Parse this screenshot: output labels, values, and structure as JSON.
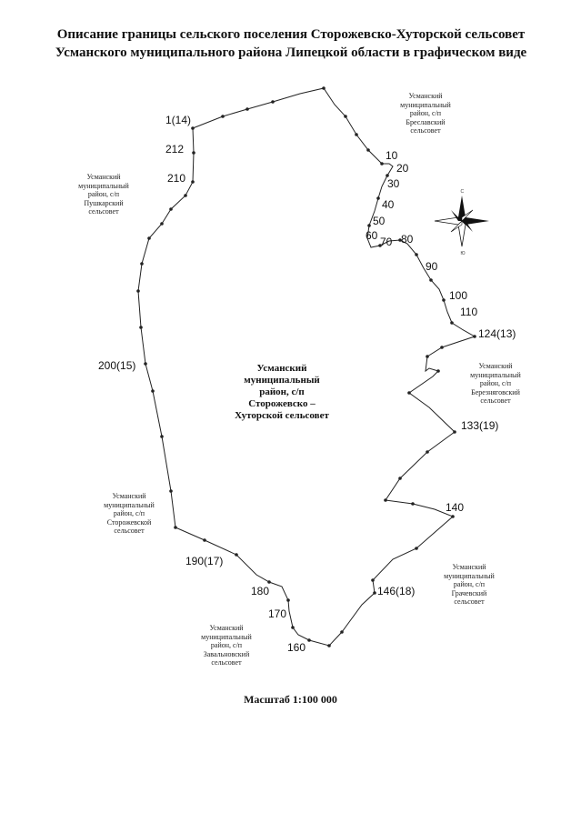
{
  "title": "Описание границы сельского поселения Сторожевско-Хуторской сельсовет Усманского муниципального района Липецкой области в графическом виде",
  "center_label": "Усманский муниципальный район, с/п Сторожевско – Хуторской сельсовет",
  "neighbors": [
    {
      "id": "breslav",
      "lines": [
        "Усманский",
        "муниципальный",
        "район, с/п",
        "Бреславский",
        "сельсовет"
      ]
    },
    {
      "id": "pushkar",
      "lines": [
        "Усманский",
        "муниципальный",
        "район, с/п",
        "Пушкарский",
        "сельсовет"
      ]
    },
    {
      "id": "bereznyag",
      "lines": [
        "Усманский",
        "муниципальный",
        "район, с/п",
        "Березняговский",
        "сельсовет"
      ]
    },
    {
      "id": "storozh",
      "lines": [
        "Усманский",
        "муниципальный",
        "район, с/п",
        "Сторожевской",
        "сельсовет"
      ]
    },
    {
      "id": "grachev",
      "lines": [
        "Усманский",
        "муниципальный",
        "район, с/п",
        "Грачевский",
        "сельсовет"
      ]
    },
    {
      "id": "zavalnov",
      "lines": [
        "Усманский",
        "муниципальный",
        "район, с/п",
        "Завальновский",
        "сельсовет"
      ]
    }
  ],
  "point_labels": [
    "1(14)",
    "212",
    "210",
    "10",
    "20",
    "30",
    "40",
    "50",
    "60",
    "70",
    "80",
    "90",
    "100",
    "110",
    "124(13)",
    "200(15)",
    "133(19)",
    "140",
    "190(17)",
    "180",
    "146(18)",
    "170",
    "160"
  ],
  "compass": {
    "north": "С",
    "south": "Ю"
  },
  "scale": "Масштаб 1:100 000"
}
